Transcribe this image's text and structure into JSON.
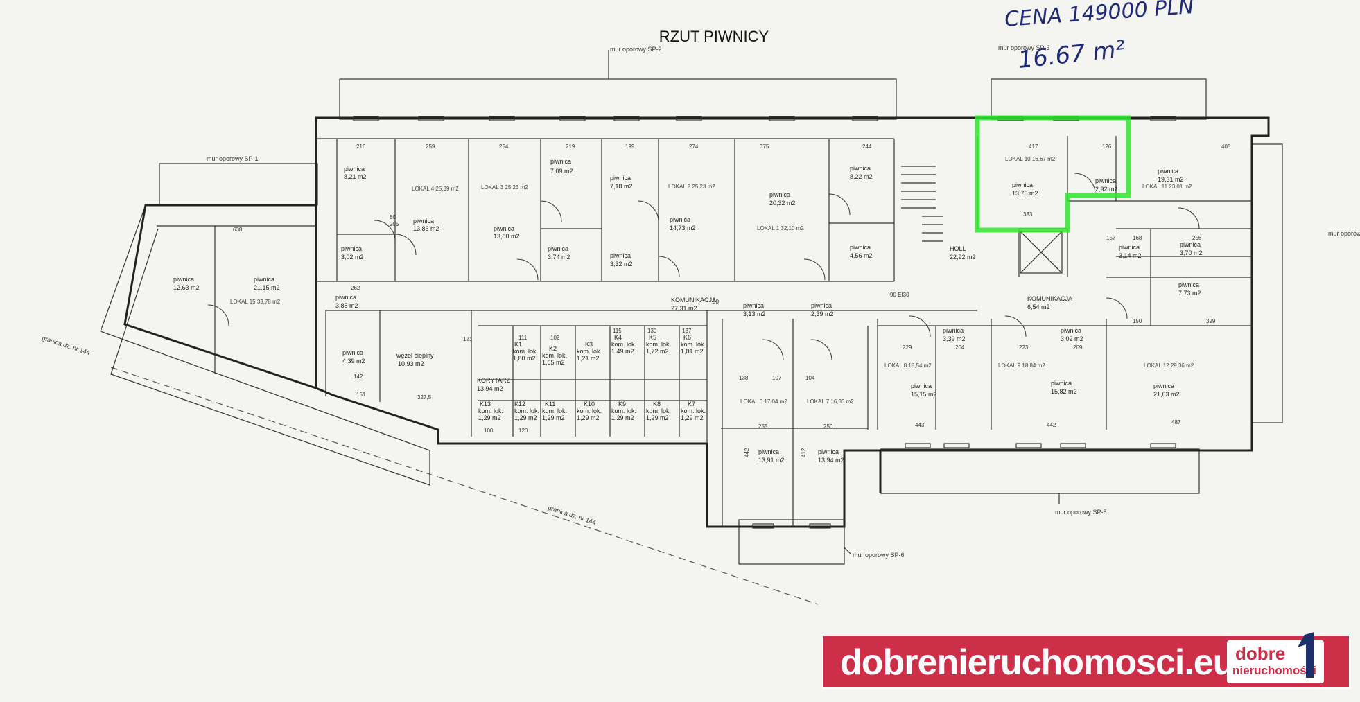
{
  "title": "RZUT PIWNICY",
  "handwritten": {
    "price": "CENA 149000 PLN",
    "per_m2": "16.67 m²"
  },
  "accent_colors": {
    "highlight": "#2ee62e",
    "banner": "#cd2f49",
    "handwriting": "#1f2a7a"
  },
  "retaining_walls": {
    "sp1": "mur oporowy SP-1",
    "sp2": "mur oporowy SP-2",
    "sp3": "mur oporowy SP-3",
    "sp5": "mur oporowy SP-5",
    "sp6": "mur oporowy SP-6",
    "right": "mur oporowy"
  },
  "boundary": {
    "label_a": "granica dz. nr 144",
    "label_b": "granica dz. nr 144"
  },
  "rooms": {
    "r1": {
      "name": "piwnica",
      "area": "8,21 m2"
    },
    "r2": {
      "name": "piwnica",
      "area": "13,86 m2",
      "lokal": "LOKAL 4 25,39 m2"
    },
    "r3": {
      "name": "piwnica",
      "area": "13,80 m2",
      "lokal": "LOKAL 3 25,23 m2"
    },
    "r4": {
      "name": "piwnica",
      "area": "7,09 m2"
    },
    "r5": {
      "name": "piwnica",
      "area": "7,18 m2"
    },
    "r6": {
      "name": "piwnica",
      "area": "14,73 m2",
      "lokal": "LOKAL 2 25,23 m2"
    },
    "r7": {
      "name": "piwnica",
      "area": "20,32 m2",
      "lokal": "LOKAL 1 32,10 m2"
    },
    "r8": {
      "name": "piwnica",
      "area": "8,22 m2"
    },
    "r9": {
      "name": "piwnica",
      "area": "3,02 m2"
    },
    "r10": {
      "name": "piwnica",
      "area": "3,74 m2"
    },
    "r11": {
      "name": "piwnica",
      "area": "3,32 m2"
    },
    "r12": {
      "name": "piwnica",
      "area": "4,56 m2"
    },
    "r13": {
      "name": "piwnica",
      "area": "12,63 m2"
    },
    "r14": {
      "name": "piwnica",
      "area": "21,15 m2",
      "lokal": "LOKAL 15 33,78 m2"
    },
    "r15": {
      "name": "piwnica",
      "area": "3,85 m2"
    },
    "r16": {
      "name": "piwnica",
      "area": "4,39 m2"
    },
    "r17": {
      "name": "węzeł cieplny",
      "area": "10,93 m2"
    },
    "r18": {
      "name": "KOMUNIKACJA",
      "area": "27,31 m2"
    },
    "r19": {
      "name": "KORYTARZ",
      "area": "13,94 m2"
    },
    "r20": {
      "name": "piwnica",
      "area": "3,13 m2"
    },
    "r21": {
      "name": "piwnica",
      "area": "2,39 m2"
    },
    "r22": {
      "name": "piwnica",
      "area": "13,91 m2",
      "lokal": "LOKAL 6 17,04 m2"
    },
    "r23": {
      "name": "piwnica",
      "area": "13,94 m2",
      "lokal": "LOKAL 7 16,33 m2"
    },
    "r24": {
      "name": "HOLL",
      "area": "22,92 m2"
    },
    "r25": {
      "name": "piwnica",
      "area": "13,75 m2",
      "lokal": "LOKAL 10 16,67 m2"
    },
    "r26": {
      "name": "piwnica",
      "area": "2,92 m2"
    },
    "r27": {
      "name": "piwnica",
      "area": "19,31 m2",
      "lokal": "LOKAL 11 23,01 m2"
    },
    "r28": {
      "name": "piwnica",
      "area": "3,14 m2"
    },
    "r29": {
      "name": "piwnica",
      "area": "3,70 m2"
    },
    "r30": {
      "name": "KOMUNIKACJA",
      "area": "6,54 m2"
    },
    "r31": {
      "name": "piwnica",
      "area": "7,73 m2"
    },
    "r32": {
      "name": "piwnica",
      "area": "3,39 m2"
    },
    "r33": {
      "name": "piwnica",
      "area": "3,02 m2"
    },
    "r34": {
      "name": "piwnica",
      "area": "15,15 m2",
      "lokal": "LOKAL 8 18,54 m2"
    },
    "r35": {
      "name": "piwnica",
      "area": "15,82 m2",
      "lokal": "LOKAL 9 18,84 m2"
    },
    "r36": {
      "name": "piwnica",
      "area": "21,63 m2",
      "lokal": "LOKAL 12 29,36 m2"
    }
  },
  "lockers": {
    "top": [
      {
        "code": "K1",
        "name": "kom. lok.",
        "area": "1,80 m2"
      },
      {
        "code": "K2",
        "name": "kom. lok.",
        "area": "1,65 m2"
      },
      {
        "code": "K3",
        "name": "kom. lok.",
        "area": "1,21 m2"
      },
      {
        "code": "K4",
        "name": "kom. lok.",
        "area": "1,49 m2"
      },
      {
        "code": "K5",
        "name": "kom. lok.",
        "area": "1,72 m2"
      },
      {
        "code": "K6",
        "name": "kom. lok.",
        "area": "1,81 m2"
      }
    ],
    "bottom": [
      {
        "code": "K13",
        "name": "kom. lok.",
        "area": "1,29 m2"
      },
      {
        "code": "K12",
        "name": "kom. lok.",
        "area": "1,29 m2"
      },
      {
        "code": "K11",
        "name": "kom. lok.",
        "area": "1,29 m2"
      },
      {
        "code": "K10",
        "name": "kom. lok.",
        "area": "1,29 m2"
      },
      {
        "code": "K9",
        "name": "kom. lok.",
        "area": "1,29 m2"
      },
      {
        "code": "K8",
        "name": "kom. lok.",
        "area": "1,29 m2"
      },
      {
        "code": "K7",
        "name": "kom. lok.",
        "area": "1,29 m2"
      }
    ]
  },
  "dimensions": {
    "d216": "216",
    "d259": "259",
    "d254": "254",
    "d219": "219",
    "d199": "199",
    "d274": "274",
    "d375": "375",
    "d244": "244",
    "d417": "417",
    "d126": "126",
    "d405": "405",
    "d333": "333",
    "d638": "638",
    "d262": "262",
    "d121": "121",
    "d443": "443",
    "d442": "442",
    "d487": "487",
    "d255": "255",
    "d250": "250",
    "d327": "327,5",
    "d138": "138",
    "d107": "107",
    "d104": "104",
    "d111": "111",
    "d102": "102",
    "d115": "115",
    "d130": "130",
    "d137": "137",
    "d100": "100",
    "d120": "120",
    "d157": "157",
    "d168": "168",
    "d256": "256",
    "d150": "150",
    "d329": "329",
    "d229": "229",
    "d204": "204",
    "d223": "223",
    "d209": "209",
    "d142": "142",
    "d151": "151",
    "d442v": "442",
    "d412v": "412",
    "door1": "80",
    "door2": "205",
    "door3": "90",
    "door4": "90 EI30"
  },
  "banner": {
    "url": "dobrenieruchomosci.eu",
    "logo_top": "dobre",
    "logo_bottom": "nieruchomości"
  }
}
